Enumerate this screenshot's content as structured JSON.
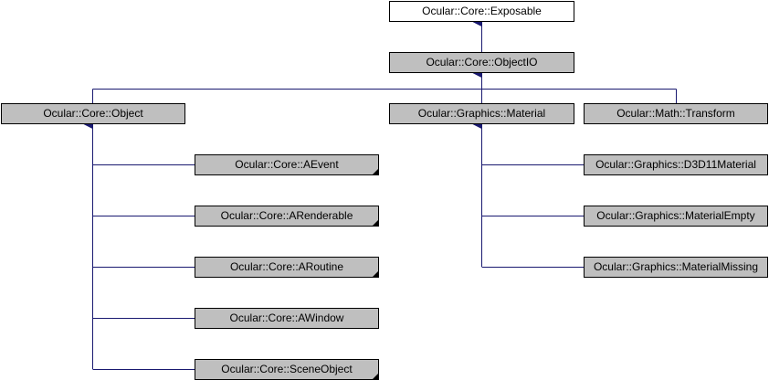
{
  "diagram": {
    "colors": {
      "edge": "#191970",
      "node_fill": "#bfbfbf",
      "current_fill": "#ffffff",
      "border": "#000000"
    },
    "nodes": {
      "exposable": "Ocular::Core::Exposable",
      "objectio": "Ocular::Core::ObjectIO",
      "object": "Ocular::Core::Object",
      "material": "Ocular::Graphics::Material",
      "transform": "Ocular::Math::Transform",
      "aevent": "Ocular::Core::AEvent",
      "arenderable": "Ocular::Core::ARenderable",
      "aroutine": "Ocular::Core::ARoutine",
      "awindow": "Ocular::Core::AWindow",
      "sceneobject": "Ocular::Core::SceneObject",
      "d3d11": "Ocular::Graphics::D3D11Material",
      "matempty": "Ocular::Graphics::MaterialEmpty",
      "matmissing": "Ocular::Graphics::MaterialMissing"
    },
    "inheritance": [
      {
        "child": "objectio",
        "parent": "exposable"
      },
      {
        "child": "object",
        "parent": "objectio"
      },
      {
        "child": "material",
        "parent": "objectio"
      },
      {
        "child": "transform",
        "parent": "objectio"
      },
      {
        "child": "aevent",
        "parent": "object"
      },
      {
        "child": "arenderable",
        "parent": "object"
      },
      {
        "child": "aroutine",
        "parent": "object"
      },
      {
        "child": "awindow",
        "parent": "object"
      },
      {
        "child": "sceneobject",
        "parent": "object"
      },
      {
        "child": "d3d11",
        "parent": "material"
      },
      {
        "child": "matempty",
        "parent": "material"
      },
      {
        "child": "matmissing",
        "parent": "material"
      }
    ]
  }
}
